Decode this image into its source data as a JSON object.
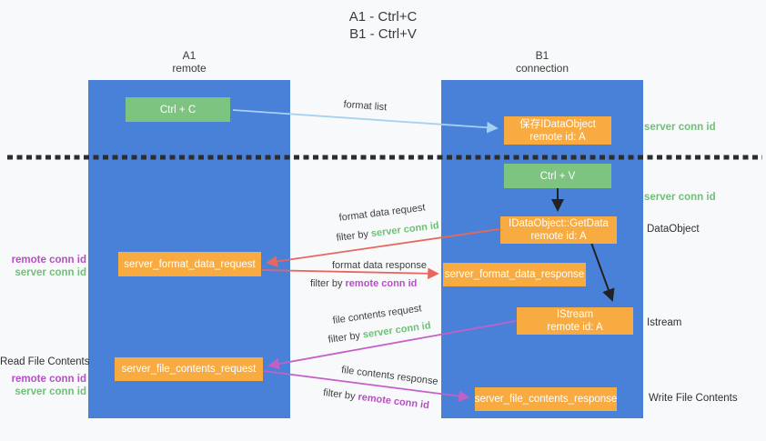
{
  "title": {
    "line1": "A1 - Ctrl+C",
    "line2": "B1 - Ctrl+V"
  },
  "lanes": {
    "left": {
      "name": "A1",
      "role": "remote"
    },
    "right": {
      "name": "B1",
      "role": "connection"
    }
  },
  "nodes": {
    "ctrl_c": {
      "label": "Ctrl + C"
    },
    "ctrl_v": {
      "label": "Ctrl + V"
    },
    "save_idataobject": {
      "line1": "保存IDataObject",
      "line2": "remote id: A"
    },
    "getdata": {
      "line1": "IDataObject::GetData",
      "line2": "remote id: A"
    },
    "istream": {
      "line1": "IStream",
      "line2": "remote id: A"
    },
    "server_format_data_request": {
      "label": "server_format_data_request"
    },
    "server_format_data_response": {
      "label": "server_format_data_response"
    },
    "server_file_contents_request": {
      "label": "server_file_contents_request"
    },
    "server_file_contents_response": {
      "label": "server_file_contents_response"
    }
  },
  "arrow_labels": {
    "format_list": "format list",
    "format_data_request": "format data request",
    "format_data_response": "format data response",
    "file_contents_request": "file contents request",
    "file_contents_response": "file contents response",
    "filter_prefix": "filter by ",
    "server_conn_id": "server conn id",
    "remote_conn_id": "remote conn id"
  },
  "side_labels": {
    "server_conn_id": "server conn id",
    "remote_conn_id": "remote conn id",
    "dataobject": "DataObject",
    "istream": "Istream",
    "read_file_contents": "Read File Contents",
    "write_file_contents": "Write File Contents"
  },
  "colors": {
    "lane_blue": "#4a81d8",
    "box_green": "#7cc47f",
    "box_orange": "#f8ab40",
    "arrow_lightblue": "#a5d0f0",
    "arrow_red": "#e8675c",
    "arrow_magenta": "#c45fc8",
    "arrow_black": "#222222",
    "label_green": "#6fc076",
    "label_purple": "#b44fc4",
    "divider_black": "#2d2d2d"
  }
}
